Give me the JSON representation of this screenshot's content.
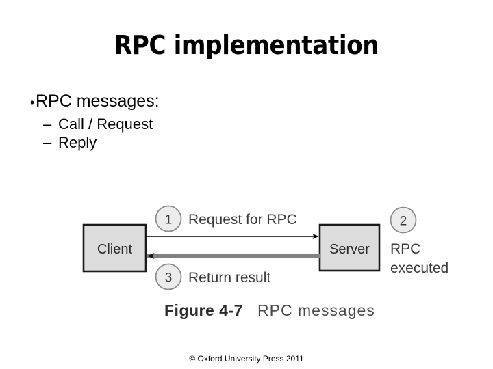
{
  "slide": {
    "title": "RPC implementation",
    "background_color": "#ffffff",
    "text_color": "#000000"
  },
  "bullets": [
    {
      "level": 1,
      "marker": "•",
      "text": "RPC messages:"
    },
    {
      "level": 2,
      "marker": "–",
      "text": "Call / Request"
    },
    {
      "level": 2,
      "marker": "–",
      "text": "Reply"
    }
  ],
  "figure": {
    "caption_bold": "Figure 4-7",
    "caption_rest": "RPC messages",
    "box_fill": "#dcdcdc",
    "box_stroke": "#1a1a1a",
    "circle_fill": "#e8e8e8",
    "circle_stroke": "#808080",
    "arrow_request_color": "#000000",
    "arrow_return_color": "#808080",
    "nodes": [
      {
        "id": "client",
        "label": "Client"
      },
      {
        "id": "server",
        "label": "Server"
      }
    ],
    "steps": [
      {
        "number": "1",
        "label": "Request for RPC"
      },
      {
        "number": "2",
        "label_line1": "RPC",
        "label_line2": "executed"
      },
      {
        "number": "3",
        "label": "Return result"
      }
    ]
  },
  "footer": {
    "copyright": "© Oxford University Press 2011"
  }
}
